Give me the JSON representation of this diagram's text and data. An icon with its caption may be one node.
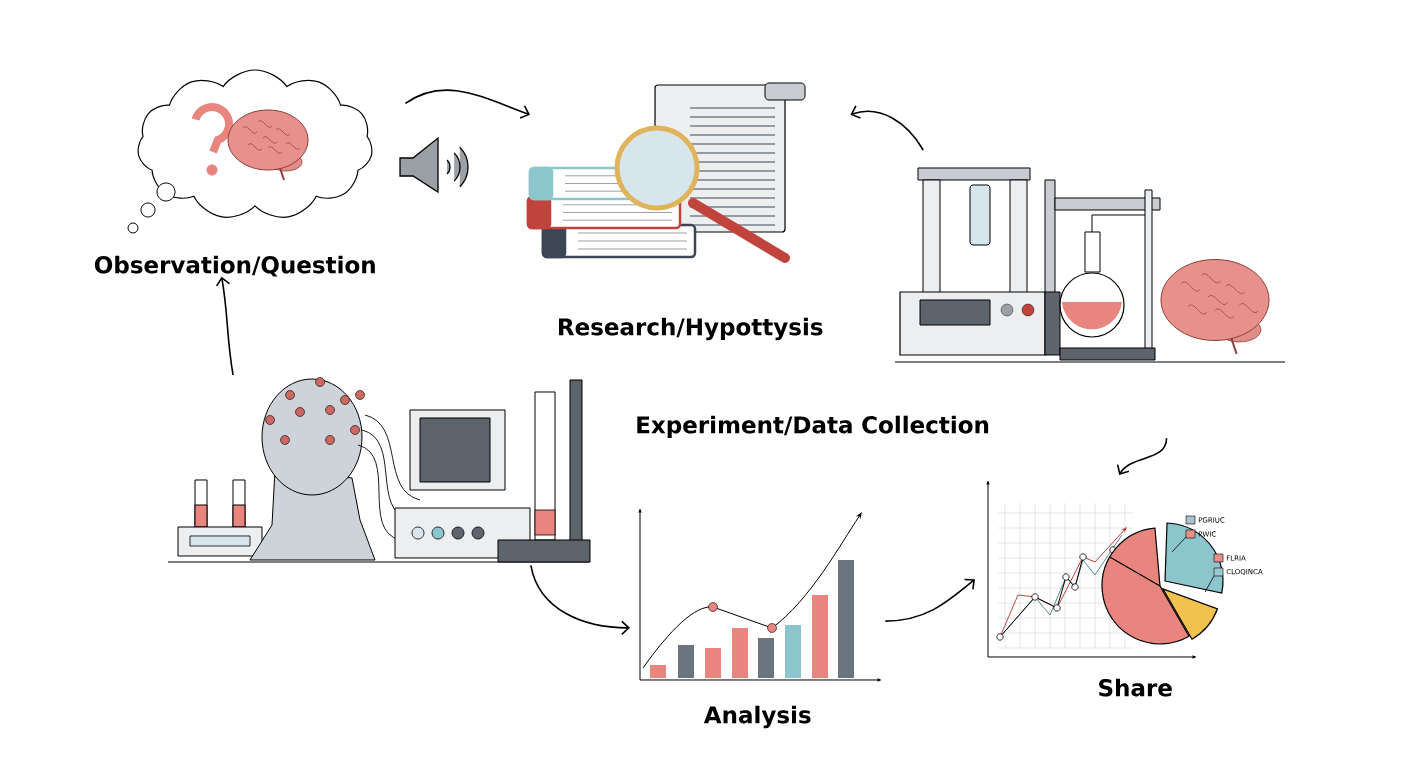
{
  "diagram": {
    "nodes": [
      {
        "text": [
          "Observation/Question"
        ]
      },
      {
        "text": [
          "Research/Hypottysis"
        ]
      },
      {
        "text": [
          "Experiment/Data Collection"
        ]
      },
      {
        "text": [],
        "shape": "picture"
      },
      {
        "text": [
          "Analysis"
        ]
      },
      {
        "text": [
          "Share"
        ]
      }
    ],
    "edges": [
      {
        "from": 0,
        "to": 1,
        "arrow": "to"
      },
      {
        "from": 2,
        "to": 1,
        "arrow": "to"
      },
      {
        "from": 2,
        "to": 5,
        "arrow": "to"
      },
      {
        "from": 3,
        "to": 0,
        "arrow": "to"
      },
      {
        "from": 3,
        "to": 4,
        "arrow": "to"
      },
      {
        "from": 4,
        "to": 5,
        "arrow": "to"
      }
    ],
    "legend": [
      {
        "text": "PGRIUC",
        "color": "#a9c3cb"
      },
      {
        "text": "PWIC",
        "color": "#e8908a"
      },
      {
        "text": "FLRIA",
        "color": "#e8908a"
      },
      {
        "text": "CLOQINCA",
        "color": "#9cc9cf"
      }
    ]
  }
}
